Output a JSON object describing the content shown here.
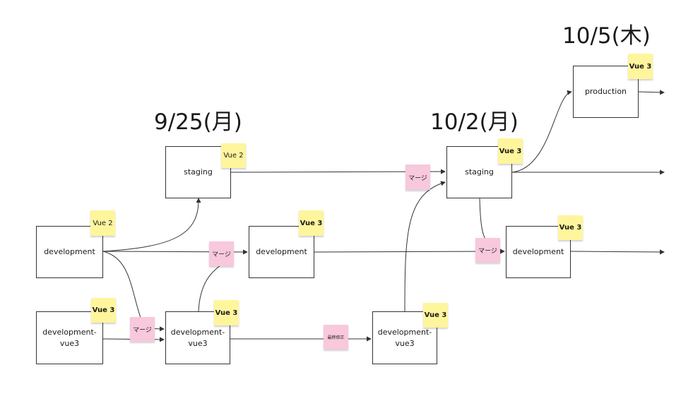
{
  "dates": {
    "d1": "9/25(月)",
    "d2": "10/2(月)",
    "d3": "10/5(木)"
  },
  "boxes": {
    "staging_1": "staging",
    "staging_2": "staging",
    "production": "production",
    "development_1": "development",
    "development_2": "development",
    "development_3": "development",
    "devvue3_1": [
      "development-",
      "vue3"
    ],
    "devvue3_2": [
      "development-",
      "vue3"
    ],
    "devvue3_3": [
      "development-",
      "vue3"
    ]
  },
  "stickies": {
    "vue2_staging": "Vue 2",
    "vue2_dev": "Vue 2",
    "vue3_production": "Vue 3",
    "vue3_staging": "Vue 3",
    "vue3_dev2": "Vue 3",
    "vue3_dev3": "Vue 3",
    "vue3_devvue3_1": "Vue 3",
    "vue3_devvue3_2": "Vue 3",
    "vue3_devvue3_3": "Vue 3",
    "merge_1": "マージ",
    "merge_2": "マージ",
    "merge_3": "マージ",
    "merge_4": "マージ",
    "final_fix": "最終修正"
  },
  "colors": {
    "sticky_yellow": "#fff59d",
    "sticky_pink": "#f8c8dc",
    "line": "#333333"
  }
}
